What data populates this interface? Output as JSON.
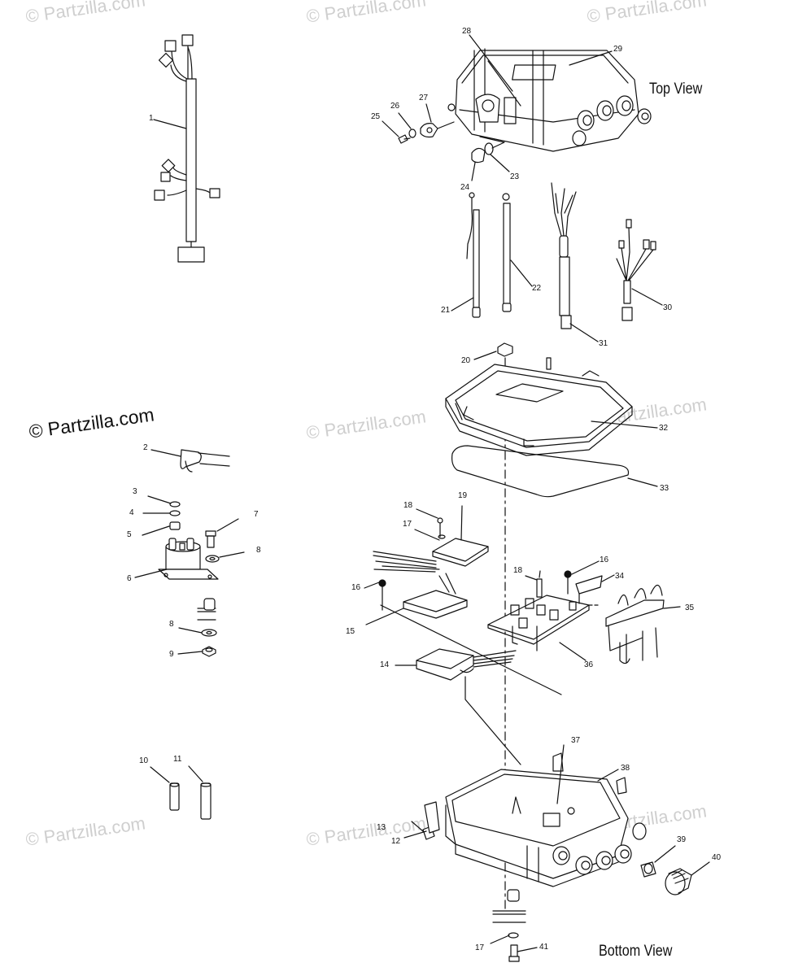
{
  "watermarks": [
    {
      "text": "© Partzilla.com"
    },
    {
      "text": "© Partzilla.com"
    },
    {
      "text": "© Partzilla.com"
    },
    {
      "text": "© Partzilla.com"
    },
    {
      "text": "© Partzilla.com"
    },
    {
      "text": "© Partzilla.com"
    },
    {
      "text": "© Partzilla.com"
    },
    {
      "text": "© Partzilla.com"
    }
  ],
  "main_watermark": "© Partzilla.com",
  "views": {
    "top": "Top View",
    "bottom": "Bottom View"
  },
  "callouts": [
    "1",
    "2",
    "3",
    "4",
    "5",
    "6",
    "7",
    "8",
    "8",
    "9",
    "10",
    "11",
    "12",
    "13",
    "14",
    "15",
    "16",
    "16",
    "17",
    "17",
    "18",
    "18",
    "19",
    "20",
    "21",
    "22",
    "23",
    "24",
    "25",
    "26",
    "27",
    "28",
    "29",
    "30",
    "31",
    "32",
    "33",
    "34",
    "35",
    "36",
    "37",
    "38",
    "39",
    "40",
    "41"
  ],
  "colors": {
    "line": "#111111",
    "watermark": "#cfcfcf",
    "background": "#ffffff"
  }
}
